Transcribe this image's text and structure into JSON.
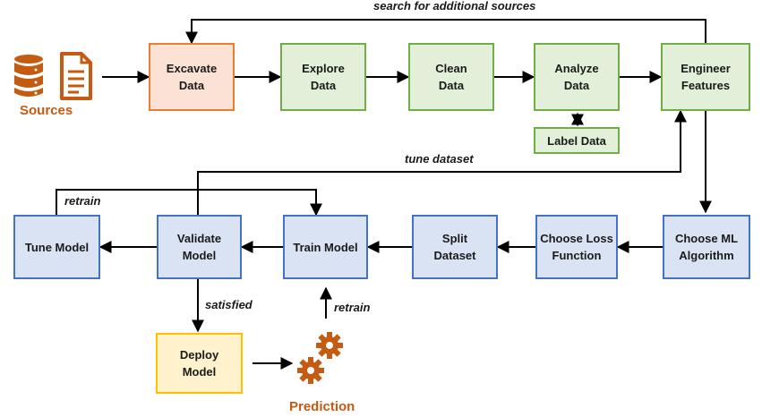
{
  "nodes": {
    "excavate": "Excavate\nData",
    "explore": "Explore\nData",
    "clean": "Clean\nData",
    "analyze": "Analyze\nData",
    "engineer": "Engineer\nFeatures",
    "label_data": "Label Data",
    "choose_algorithm": "Choose ML\nAlgorithm",
    "choose_loss": "Choose Loss\nFunction",
    "split": "Split\nDataset",
    "train": "Train Model",
    "validate": "Validate\nModel",
    "tune": "Tune Model",
    "deploy": "Deploy\nModel"
  },
  "captions": {
    "sources": "Sources",
    "prediction": "Prediction"
  },
  "edge_labels": {
    "search": "search for additional sources",
    "tune_dataset": "tune dataset",
    "retrain_top": "retrain",
    "satisfied": "satisfied",
    "retrain_bottom": "retrain"
  },
  "icons": {
    "database": "database-icon",
    "document": "document-icon",
    "gears": "gears-icon"
  },
  "colors": {
    "orange_fill": "#fbe2d5",
    "orange_border": "#ed7d31",
    "green_fill": "#e2f0d9",
    "green_border": "#70ad47",
    "blue_fill": "#dae3f3",
    "blue_border": "#4472c4",
    "yellow_fill": "#fff2cc",
    "yellow_border": "#ffc000",
    "icon_color": "#c55a11"
  }
}
